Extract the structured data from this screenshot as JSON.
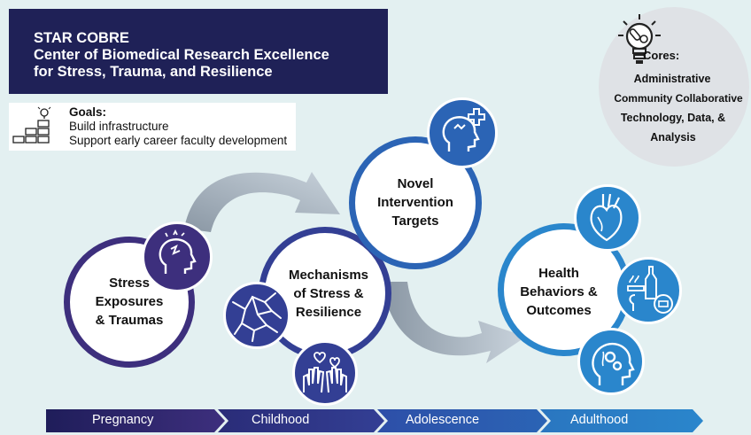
{
  "title": {
    "line1": "STAR COBRE",
    "line2": "Center of Biomedical Research Excellence",
    "line3": "for Stress, Trauma, and Resilience"
  },
  "goals": {
    "heading": "Goals:",
    "items": [
      "Build infrastructure",
      "Support early career faculty development"
    ]
  },
  "cores": {
    "heading": "Cores:",
    "items": [
      "Administrative",
      "Community Collaborative",
      "Technology, Data, &",
      "Analysis"
    ]
  },
  "nodes": {
    "stress": [
      "Stress",
      "Exposures",
      "& Traumas"
    ],
    "mechanisms": [
      "Mechanisms",
      "of Stress &",
      "Resilience"
    ],
    "novel": [
      "Novel",
      "Intervention",
      "Targets"
    ],
    "health": [
      "Health",
      "Behaviors &",
      "Outcomes"
    ]
  },
  "timeline": [
    "Pregnancy",
    "Childhood",
    "Adolescence",
    "Adulthood"
  ],
  "colors": {
    "navy": "#1f2157",
    "purple": "#3d2f7d",
    "indigo": "#333f94",
    "blue": "#2b64b5",
    "sky": "#2a86cc",
    "arrow": "#b3c1cd",
    "background": "#e3f0f1",
    "core_circle": "#dfe2e6"
  },
  "icons": {
    "goals": "lightbulb-stairs-icon",
    "cores": "lightbulb-pills-icon",
    "stress": "stressed-head-icon",
    "network": "neuron-network-icon",
    "hands": "hands-hearts-icon",
    "novel": "head-medical-cross-icon",
    "heart": "anatomical-heart-icon",
    "substances": "substances-icon",
    "brain": "brain-gears-icon"
  }
}
